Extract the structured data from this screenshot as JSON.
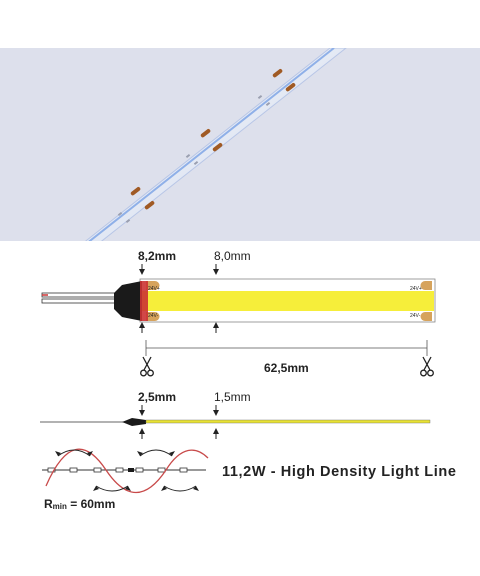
{
  "top_view": {
    "width_left": "8,2mm",
    "width_strip": "8,0mm",
    "pitch": "62,5mm",
    "pad_label": "24V+",
    "pad_label_minus": "24V-"
  },
  "side_view": {
    "height_left": "2,5mm",
    "height_strip": "1,5mm"
  },
  "bend": {
    "label_main": "R",
    "label_sub": "min",
    "label_value": " = 60mm"
  },
  "product": {
    "title": "11,2W - High Density Light Line"
  },
  "icons": [
    "scissors-icon",
    "arrow-icon"
  ],
  "colors": {
    "strip_yellow": "#f6ee3a",
    "pad_copper": "#d6a35c",
    "connector": "#1a1a1a",
    "bend_curve": "#c84a4a"
  }
}
